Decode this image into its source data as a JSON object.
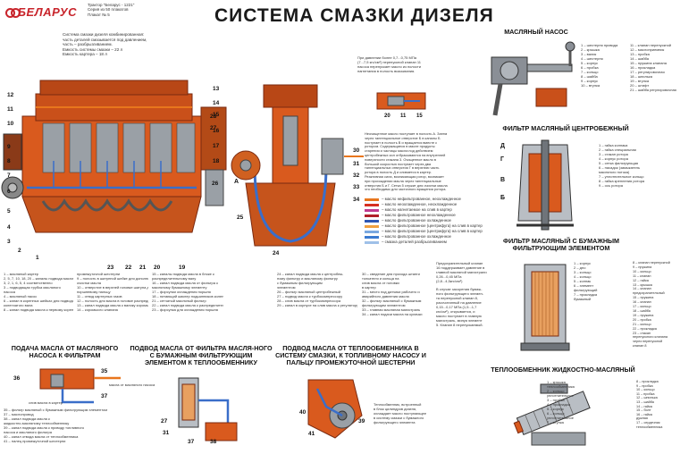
{
  "header": {
    "brand": "БЕЛАРУС",
    "poster_meta": [
      "Трактор \"Беларус - 1221\"",
      "Серия из 50 плакатов",
      "Плакат № 5"
    ],
    "title": "СИСТЕМА СМАЗКИ ДИЗЕЛЯ"
  },
  "intro_text": [
    "Система смазки дизеля комбинированная:",
    "часть деталей смазывается под давлением,",
    "часть – разбрызгиванием.",
    "Емкость системы смазки – 22 л",
    "Емкость картера – 18 л"
  ],
  "pressure_note": [
    "При давлении более 0,7...0,75 МПа",
    "(7...7,5 кгс/см²) перепускной клапан 11",
    "насоса перепускает масло из полости",
    "нагнетания в полость всасывания."
  ],
  "centrifuge_text": [
    "Неочищенное масло поступает в полость А. Затем",
    "через тангенциальное отверстие Б в каналы Б",
    "поступает в полость В и вращается вместе с",
    "ротором. Содержащиеся в масле продукты",
    "старения и частицы масла под действием",
    "центробежных сил отбрасываются на внутренней",
    "поверхности стакана 3. Очищенное масло в",
    "большой скоростью поступает через два",
    "тангенциальных отверстия Г в верхнюю часть",
    "ротора в полость Д и сливается в картер.",
    "Реактивная сила, возникающая ротор, возникает",
    "при прохождении масла через тангенциальные",
    "отверстия Б и Г. Сетка 5 служит для очистки масла",
    "что необходимо для частичного вращения ротора."
  ],
  "flow_legend": [
    {
      "label": "– масло нефильтрованное, неохлажденное",
      "color": "#e8761d"
    },
    {
      "label": "– масло неохлажденное, неохлажденное",
      "color": "#d62f20"
    },
    {
      "label": "– масло нагнетаемое на слив в картер",
      "color": "#c03a8f"
    },
    {
      "label": "– масло фильтрованное неохлажденное",
      "color": "#b01f28"
    },
    {
      "label": "– масло фильтрованное охлажденное",
      "color": "#2e56b3"
    },
    {
      "label": "– масло фильтрованное (центрифуга) на слив в картер",
      "color": "#f0a040"
    },
    {
      "label": "– масло фильтрованное (центрифуга) на слив в картер",
      "color": "#7aa8e0"
    },
    {
      "label": "– масло фильтрованное охлажденное",
      "color": "#3a7ad0"
    },
    {
      "label": "– смазка деталей разбрызгиванием",
      "color": "#9fc0e8"
    }
  ],
  "legend_main": {
    "col1": [
      "1 – масляный картер",
      "2, 5, 7, 10, 18, 20 – каналы подвода масла к шатунным шейкам",
      "3, 2, 1, 6, 5, 4 соответственно",
      "3 – подводящая трубка масляного",
      "насоса",
      "4 – масляный насос",
      "6 – канал в коренных шейках для подвода масла к шатунным шейкам",
      "коленчатого вала",
      "8 – канал подвода масла к первому коренному подшипнику и пальцу"
    ],
    "col2": [
      "промежуточной шестерни",
      "9 – полость в шатунной шейке для дополнительной центробежной",
      "очистки масла",
      "10 – отверстие в верхней головке шатуна для подвода масла к",
      "поршневому пальцу",
      "11 – отвод картерных газов",
      "12 – полость для масла в головке распределительного вала",
      "13 – канал подвода масла к валику коромысел",
      "14 – коромысло клапана"
    ],
    "col3": [
      "15 – каналы подвода масла в блоке к",
      "распределительному валу",
      "16 – канал подвода масла от фильтра к",
      "масляному бумажному элементу",
      "17 – форсунки охлаждения поршня",
      "18 – питающий жиклер подшипников коленчатого вала",
      "21 – сетчатый масляный фильтр",
      "22 – канал подвода масла к распределителю",
      "23 – форсунка для охлаждения поршня"
    ],
    "col4": [
      "24 – канал подвода масла к центробеж-",
      "ному фильтру и масляному фильтру",
      "с бумажным фильтрующим",
      "элементом",
      "26 – фильтр масляный центробежный",
      "27 – подвод масла к турбокомпрессору",
      "28 – слив масла от турбокомпрессора",
      "29 – канал в корпусе на слив масла к регулятору"
    ],
    "col5": [
      "30 – сведение для прохода штанги",
      "толкателя и кольца на",
      "слив масла от головки",
      "в картер",
      "31 – место под датчики рабочего и",
      "аварийного давления масла",
      "32 – фильтр масляный с бумажным",
      "фильтрующим элементом",
      "33 – главная масляная магистраль",
      "34 – канал подачи масла на кулачки"
    ]
  },
  "section_titles": {
    "pump": "МАСЛЯНЫЙ НАСОС",
    "centrifuge": "ФИЛЬТР МАСЛЯНЫЙ ЦЕНТРОБЕЖНЫЙ",
    "paper_filter": "ФИЛЬТР МАСЛЯНЫЙ С БУМАЖНЫМ ФИЛЬТРУЮЩИМ ЭЛЕМЕНТОМ",
    "pump_to_filter": "ПОДАЧА МАСЛА ОТ МАСЛЯНОГО НАСОСА К ФИЛЬТРАМ",
    "filter_to_cooler": "ПОДВОД МАСЛА ОТ ФИЛЬТРА МАСЛЯ-НОГО С БУМАЖНЫМ ФИЛЬТРУЮЩИМ ЭЛЕМЕНТОМ К ТЕПЛООБМЕННИКУ",
    "cooler_to_gear": "ПОДВОД МАСЛА ОТ ТЕПЛООБМЕННИКА В СИСТЕМУ СМАЗКИ, К ТОПЛИВНОМУ НАСОСУ И ПАЛЬЦУ ПРОМЕЖУТОЧНОЙ ШЕСТЕРНИ",
    "heat_exchanger": "ТЕПЛООБМЕННИК ЖИДКОСТНО-МАСЛЯНЫЙ"
  },
  "pump_legend": {
    "left": [
      "1 – шестерня привода",
      "2 – крышка",
      "3 – валик",
      "4 – шестерня",
      "5 – корпус",
      "6 – пробка",
      "7 – кольцо",
      "8 – шайба",
      "9 – корпус",
      "10 – втулка"
    ],
    "right": [
      "11 – клапан перепускной",
      "12 – маслоприемник",
      "13 – пробка",
      "14 – шайба",
      "15 – пружина клапана",
      "16 – прокладка",
      "17 – регулировочная",
      "18 – шпилька",
      "19 – втулка",
      "20 – штифт",
      "21 – шайба регулировочная"
    ]
  },
  "centrifuge_legend": [
    "1 – гайка колпака",
    "2 – гайка специальная",
    "3 – стакан ротора",
    "4 – корпус ротора",
    "5 – сетка фильтрующая",
    "6 – насадок (замыкатель",
    "масляного потока)",
    "7 – уплотнительное кольцо",
    "8 – гайка крепления ротора",
    "9 – ось ротора"
  ],
  "paper_filter_note": [
    "Предохранительный клапан",
    "16 поддерживает давление в",
    "главной масляной магистрали",
    "0,26...0,45 МПа",
    "(2,8...4,5кгс/см²)",
    "",
    "В случае засорения бумаж-",
    "ного фильтрующего элемен-",
    "та перепускной клапан 8,",
    "рассчитанный на давление",
    "0,15...0,17 МПа (1,5...1,7",
    "кгс/см²), открывается, и",
    "масло поступает в главную",
    "магистраль, минуя элемент",
    "5. Клапан 8 перепускаемый."
  ],
  "paper_filter_legend": {
    "left": [
      "1 – корпус",
      "2 – дно",
      "3 – кольцо",
      "4 – кольцо",
      "5 – колпак",
      "6 – элемент",
      "фильтрующий",
      "7 – прокладка",
      "бумажный"
    ],
    "right": [
      "8 – клапан перепускной",
      "9 – пружина",
      "10 – кольцо",
      "11 – клапан",
      "12 – гайка",
      "13 – крышка",
      "14 – клапан",
      "предохранительный",
      "15 – пружина",
      "16 – клапан",
      "17 – кольцо",
      "18 – шайба",
      "19 – пружина",
      "20 – пробка",
      "21 – кольцо",
      "22 – прокладка",
      "23 – стакан",
      "перепускного клапана",
      "через перепускной",
      "клапан 8"
    ]
  },
  "pump_filter_legend": [
    "35 – фильтр масляный с бумажным фильтрующим элементом",
    "37 – маслопровод",
    "38 – канал подвода масла к",
    "жидкостно-масляному теплообменнику",
    "39 – канал подвода масла к приводу топливного",
    "насоса и масляного фильтра",
    "40 – канал отвода масла от теплообменника",
    "41 – палец промежуточной шестерни"
  ],
  "pump_filter_labels": {
    "drain": "слив масла в картер",
    "from_pump": "масла от масляного насоса"
  },
  "cooler_note": [
    "Теплообменник, встроенный",
    "в блок цилиндров дизеля,",
    "охлаждает масло поступающее",
    "в систему смазки с бумажного",
    "фильтрующего элемента"
  ],
  "heat_exchanger_legend": {
    "left": [
      "1 – крышка",
      "теплообменника",
      "2 – кольцо",
      "уплотнительное",
      "3 – пробка",
      "4 – прокладка",
      "5 – корпус",
      "6 – кольцо",
      "уплотнительное",
      "7 – втулка"
    ],
    "right": [
      "8 – прокладка",
      "9 – пробка",
      "10 – кольцо",
      "11 – пробка",
      "12 – шпилька",
      "13 – шайба",
      "14 – гайка",
      "15 – болт",
      "16 – гайка",
      "дужная",
      "17 – сердечник",
      "теплообменника"
    ]
  },
  "labels": {
    "sub_a": "А",
    "sub_b": "Б",
    "sub_v": "В",
    "sub_g": "Г",
    "sub_d": "Д",
    "mark_9": "9"
  },
  "colors": {
    "engine_orange": "#d95a1e",
    "engine_dark": "#7a2a10",
    "metal_gray": "#8a8f96",
    "oil_blue": "#3a6ec9",
    "accent_red": "#c8242b"
  }
}
